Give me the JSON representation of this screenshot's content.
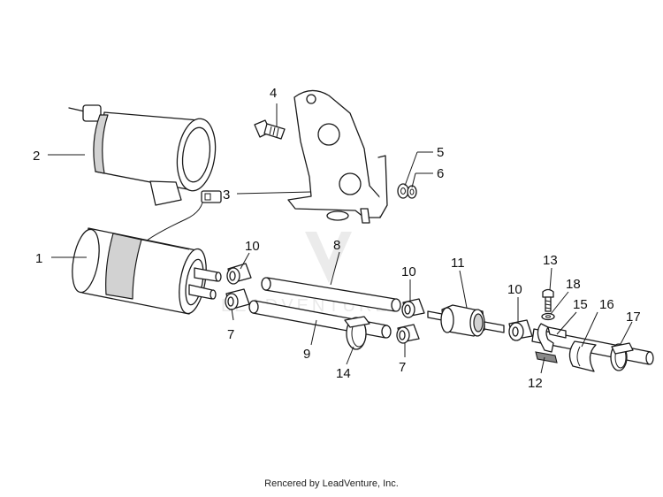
{
  "diagram": {
    "callouts": [
      "1",
      "2",
      "3",
      "4",
      "5",
      "6",
      "7",
      "7",
      "8",
      "9",
      "10",
      "10",
      "10",
      "11",
      "12",
      "13",
      "14",
      "15",
      "16",
      "17",
      "18"
    ],
    "watermark_text": "LEADVENTURE",
    "credit": "Rencered by LeadVenture, Inc."
  }
}
